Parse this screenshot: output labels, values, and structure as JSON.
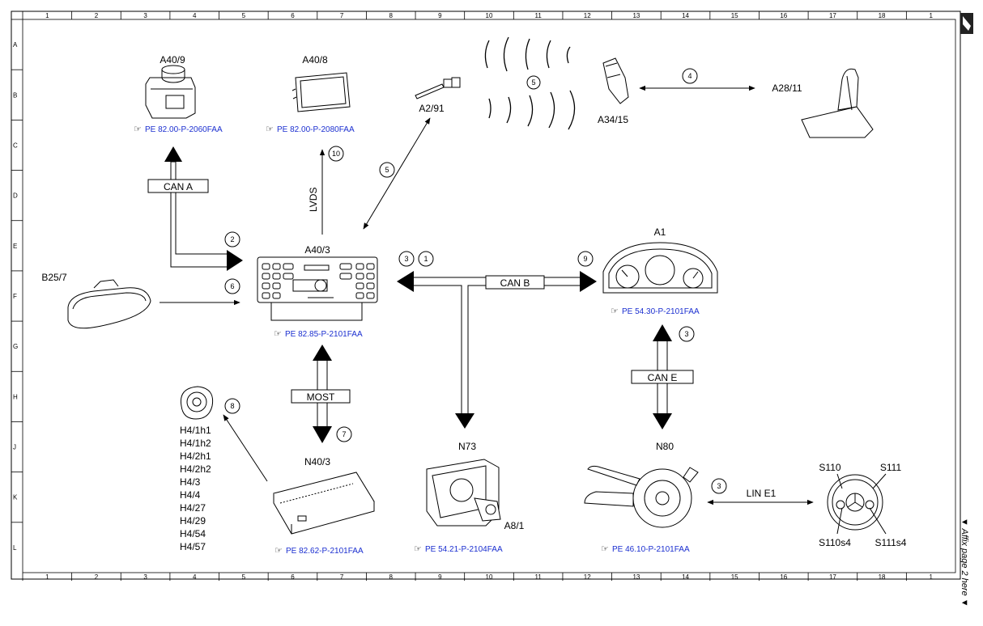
{
  "grid": {
    "columns": [
      "1",
      "2",
      "3",
      "4",
      "5",
      "6",
      "7",
      "8",
      "9",
      "10",
      "11",
      "12",
      "13",
      "14",
      "15",
      "16",
      "17",
      "18",
      "1"
    ],
    "rows": [
      "A",
      "B",
      "C",
      "D",
      "E",
      "F",
      "G",
      "H",
      "J",
      "K",
      "L"
    ]
  },
  "components": {
    "a40_9": "A40/9",
    "a40_8": "A40/8",
    "a2_91": "A2/91",
    "a34_15": "A34/15",
    "a28_11": "A28/11",
    "a40_3": "A40/3",
    "a1": "A1",
    "b25_7": "B25/7",
    "n73": "N73",
    "a8_1": "A8/1",
    "n80": "N80",
    "n40_3": "N40/3",
    "s110": "S110",
    "s111": "S111",
    "s110s4": "S110s4",
    "s111s4": "S111s4"
  },
  "speakers": [
    "H4/1h1",
    "H4/1h2",
    "H4/2h1",
    "H4/2h2",
    "H4/3",
    "H4/4",
    "H4/27",
    "H4/29",
    "H4/54",
    "H4/57"
  ],
  "refs": {
    "a40_9": "PE 82.00-P-2060FAA",
    "a40_8": "PE 82.00-P-2080FAA",
    "a40_3": "PE 82.85-P-2101FAA",
    "a1": "PE 54.30-P-2101FAA",
    "n40_3": "PE 82.62-P-2101FAA",
    "n73": "PE 54.21-P-2104FAA",
    "n80": "PE 46.10-P-2101FAA"
  },
  "bus_labels": {
    "can_a": "CAN A",
    "can_b": "CAN B",
    "can_e": "CAN E",
    "most": "MOST",
    "lvds": "LVDS",
    "lin_e1": "LIN E1"
  },
  "callouts": {
    "c1": "1",
    "c2": "2",
    "c3a": "3",
    "c3b": "3",
    "c3c": "3",
    "c4": "4",
    "c5a": "5",
    "c5b": "5",
    "c6": "6",
    "c7": "7",
    "c8": "8",
    "c9": "9",
    "c10": "10"
  },
  "margin_note": "▼ Affix page 2 here ▼"
}
